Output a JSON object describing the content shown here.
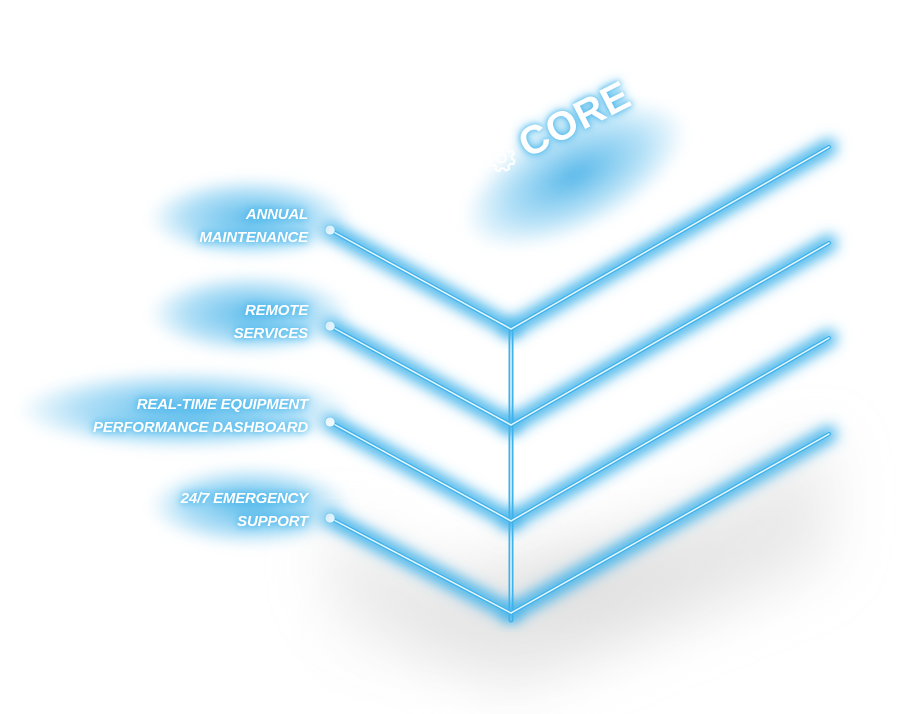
{
  "title": "CORE",
  "title_icon": "gear-icon",
  "colors": {
    "glow": "#3fb2ea",
    "line": "#e8f6fd",
    "text": "#ffffff",
    "shadow": "#d6d6d6"
  },
  "services": [
    {
      "lines": [
        "ANNUAL",
        "MAINTENANCE"
      ]
    },
    {
      "lines": [
        "REMOTE",
        "SERVICES"
      ]
    },
    {
      "lines": [
        "REAL-TIME EQUIPMENT",
        "PERFORMANCE DASHBOARD"
      ]
    },
    {
      "lines": [
        "24/7 EMERGENCY",
        "SUPPORT"
      ]
    }
  ]
}
